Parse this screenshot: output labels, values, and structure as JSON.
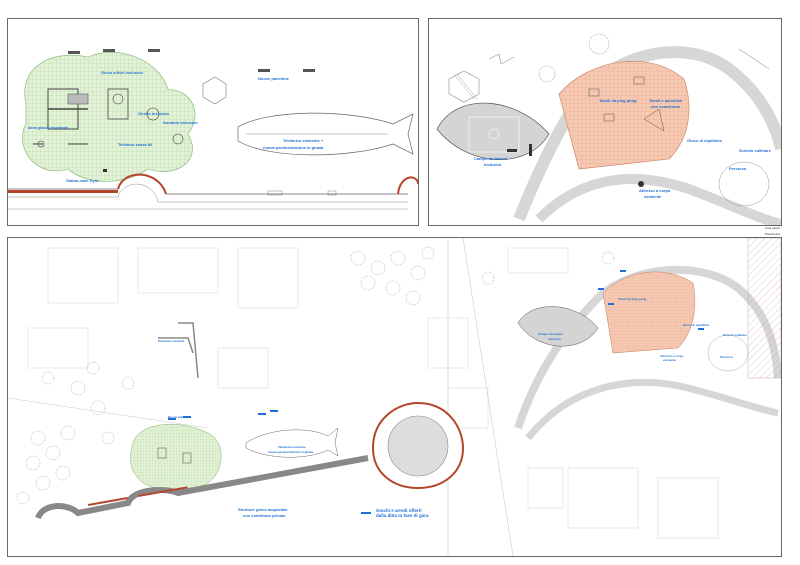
{
  "colors": {
    "accent_blue": "#1f6fd6",
    "play_green": "#e3f2d7",
    "play_green_stroke": "#7bb36a",
    "orange_area": "#f6c9b3",
    "red_ring": "#b5462c",
    "path_gray": "#d6d6d6"
  },
  "top_left": {
    "labels": {
      "gioco_fiori": "Gioco a fiori inclusivo",
      "nuove_panchine": "Nuove panchine",
      "girello": "Girello inclusivo",
      "dondolo": "Dondolo inclusivo",
      "area_giochi": "Area giochi esistente",
      "telefono": "Telefono senza fili",
      "teleferica_l1": "Teleferica esistente +",
      "teleferica_l2": "nuova pavimentazione in ghiaia",
      "statua": "Statua cane Kyra"
    }
  },
  "top_right": {
    "caption": "Area giochi",
    "labels": {
      "ping_pong": "Tavoli da ping pong",
      "tavoli_l1": "Tavoli e panchine",
      "tavoli_l2": "con scacchiera",
      "basket_l1": "Campo da basket",
      "basket_l2": "inclusivo",
      "equilibrio": "Gioco di equilibrio",
      "scivolo": "Scivolo collinare",
      "percorso": "Percorso",
      "attrezzi_l1": "Attrezzo a corpo",
      "attrezzi_l2": "esistente"
    }
  },
  "bottom": {
    "caption": "Planimetria",
    "labels": {
      "strutture_l1": "Strutture gioco acquistate",
      "strutture_l2": "con contributo privato",
      "panchine": "Panchine esistenti",
      "nuove_panchine": "Nuove panchine",
      "teleferica": "Teleferica esistente",
      "pavimentazione": "nuova pavimentazione in ghiaia",
      "basket": "Campo da basket",
      "inclusivo": "inclusivo",
      "ping_pong": "Tavoli da ping pong",
      "equilibrio": "Gioco di equilibrio",
      "scivolo": "Scivolo collinare",
      "percorso": "Percorso",
      "attrezzi": "Attrezzo a corpo",
      "esistente": "esistente"
    },
    "legend": {
      "l1": "Giochi e arredi offerti",
      "l2": "dalla ditta in fase di gara"
    }
  }
}
